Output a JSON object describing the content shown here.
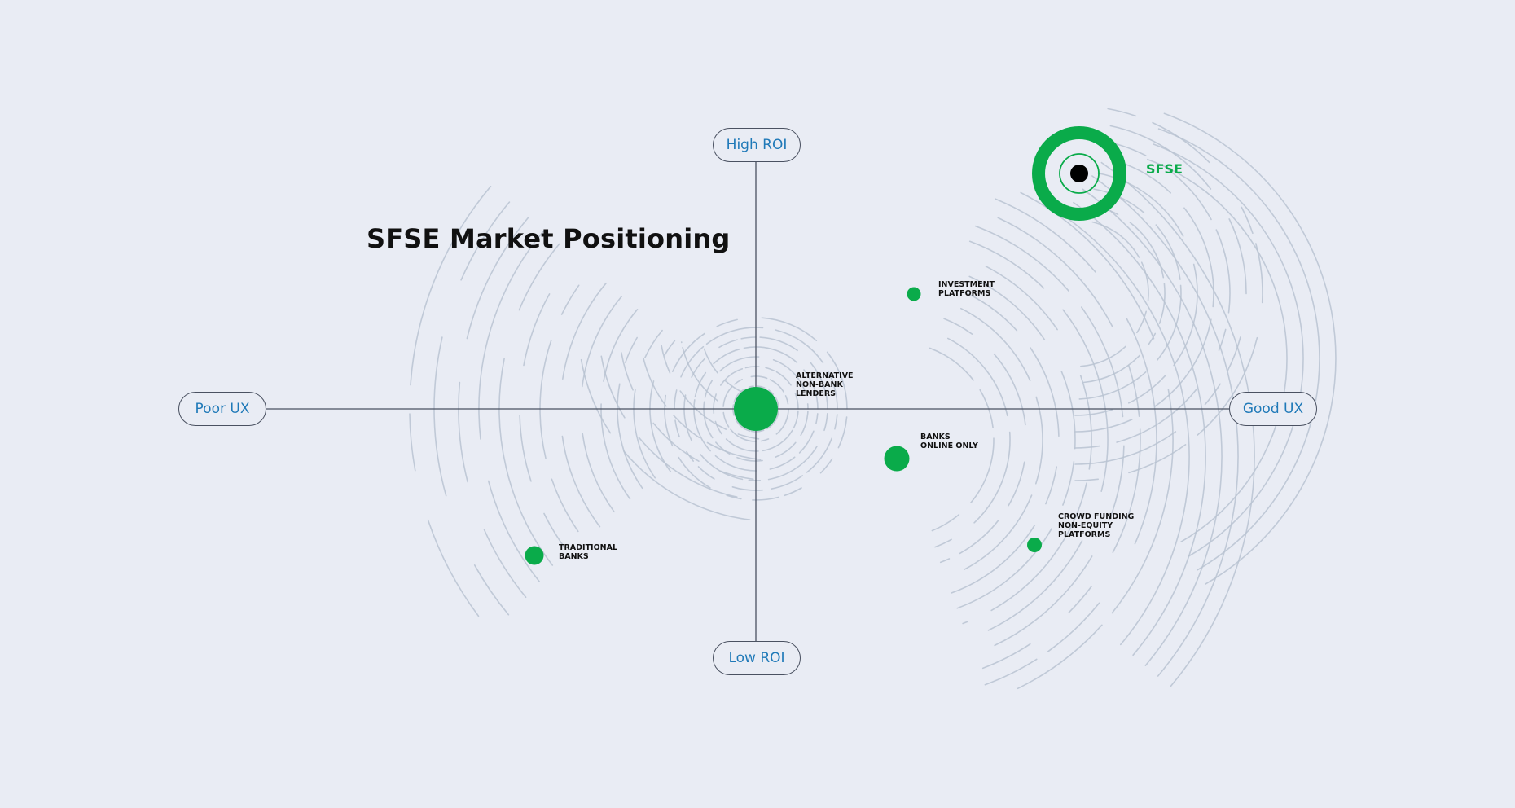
{
  "title": "SFSE Market Positioning",
  "axes": {
    "top": "High ROI",
    "bottom": "Low ROI",
    "left": "Poor UX",
    "right": "Good UX"
  },
  "colors": {
    "background": "#e9ecf4",
    "accent": "#0aab4a",
    "axis_label": "#1f79b8",
    "ripple": "#b9c3d1",
    "axis_line": "#4a5161"
  },
  "highlight": {
    "name": "SFSE"
  },
  "segments": [
    {
      "id": "alternative",
      "lines": [
        "ALTERNATIVE",
        "NON-BANK",
        "LENDERS"
      ]
    },
    {
      "id": "investment",
      "lines": [
        "INVESTMENT",
        "PLATFORMS"
      ]
    },
    {
      "id": "banks-online",
      "lines": [
        "BANKS",
        "ONLINE ONLY"
      ]
    },
    {
      "id": "traditional",
      "lines": [
        "TRADITIONAL",
        "BANKS"
      ]
    },
    {
      "id": "crowdfunding",
      "lines": [
        "CROWD FUNDING",
        "NON-EQUITY",
        "PLATFORMS"
      ]
    }
  ]
}
